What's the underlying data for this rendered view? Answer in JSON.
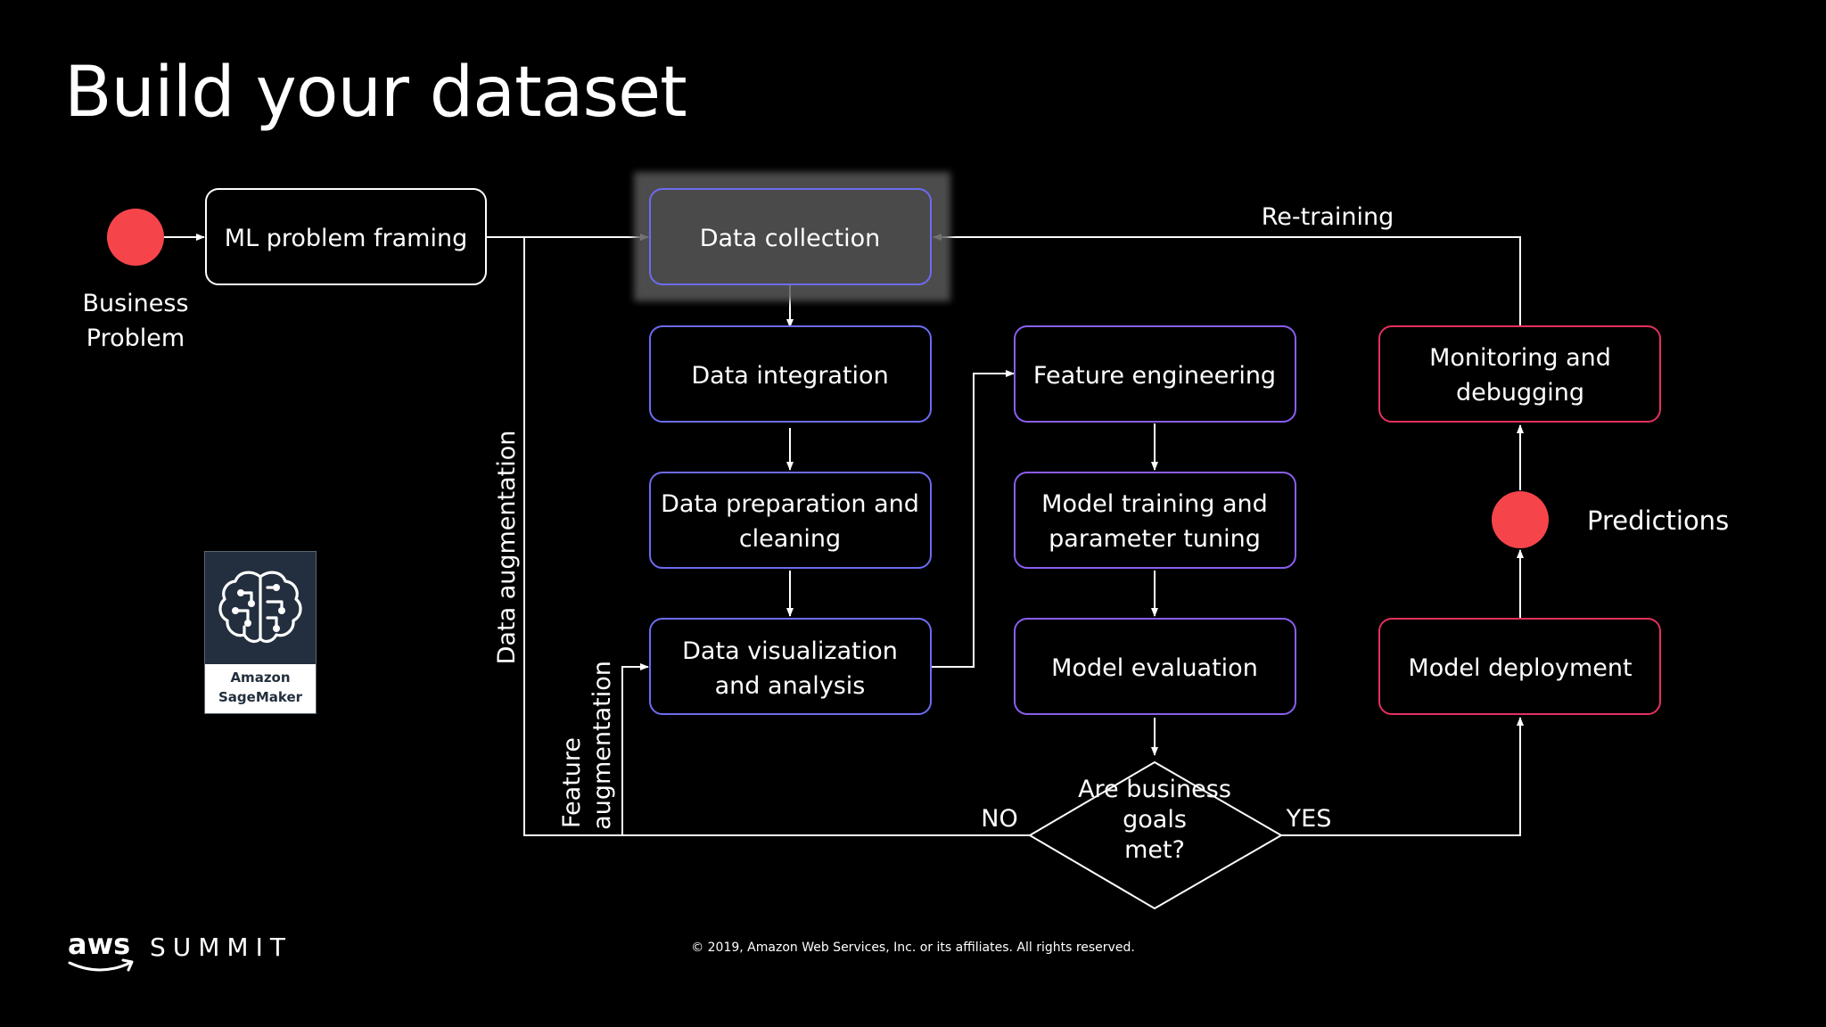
{
  "title": "Build your dataset",
  "start_node": {
    "label_line1": "Business",
    "label_line2": "Problem"
  },
  "nodes": {
    "ml_problem_framing": "ML problem framing",
    "data_collection": "Data collection",
    "data_integration": "Data integration",
    "data_preparation": [
      "Data preparation and",
      "cleaning"
    ],
    "data_visualization": [
      "Data visualization",
      "and analysis"
    ],
    "feature_engineering": "Feature engineering",
    "model_training": [
      "Model training and",
      "parameter tuning"
    ],
    "model_evaluation": "Model evaluation",
    "business_goals": [
      "Are business",
      "goals",
      "met?"
    ],
    "monitoring": [
      "Monitoring and",
      "debugging"
    ],
    "model_deployment": "Model deployment"
  },
  "predictions_label": "Predictions",
  "edge_labels": {
    "retraining": "Re-training",
    "data_augmentation": "Data augmentation",
    "feature_augmentation": [
      "Feature",
      "augmentation"
    ],
    "no": "NO",
    "yes": "YES"
  },
  "sagemaker": {
    "line1": "Amazon",
    "line2": "SageMaker"
  },
  "footer": {
    "logo_word": "aws",
    "event": "SUMMIT",
    "copyright": "© 2019, Amazon Web Services, Inc. or its affiliates. All rights reserved."
  },
  "colors": {
    "background": "#000000",
    "blue_outline": "#6c6cf0",
    "purple_outline": "#8a5ef0",
    "pink_outline": "#e3315e",
    "circle": "#f5454b",
    "highlight": "#3a3a3a"
  }
}
